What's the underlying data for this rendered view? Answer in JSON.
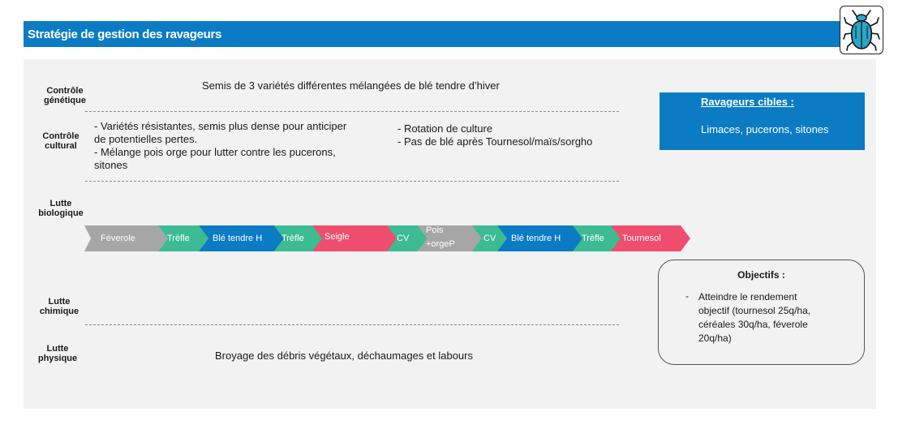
{
  "header": {
    "title": "Stratégie de gestion des ravageurs",
    "icon": "beetle-icon",
    "accent_color": "#0b7bc4"
  },
  "rows": {
    "genetic": {
      "label_1": "Contrôle",
      "label_2": "génétique",
      "text": "Semis de 3 variétés différentes mélangées de blé tendre d’hiver"
    },
    "cultural": {
      "label_1": "Contrôle",
      "label_2": "cultural",
      "left_lines": [
        "- Variétés résistantes, semis plus dense pour anticiper",
        "de potentielles pertes.",
        "- Mélange pois orge pour lutter contre les pucerons,",
        "sitones"
      ],
      "right_lines": [
        "- Rotation de culture",
        "- Pas de blé après Tournesol/maïs/sorgho"
      ]
    },
    "biological": {
      "label_1": "Lutte",
      "label_2": "biologique"
    },
    "chemical": {
      "label_1": "Lutte",
      "label_2": "chimique"
    },
    "physical": {
      "label_1": "Lutte",
      "label_2": "physique",
      "text": "Broyage des débris végétaux, déchaumages et labours"
    }
  },
  "rotation": [
    {
      "label": "Féverole",
      "color": "#a6a6a6"
    },
    {
      "label": "Trèfle",
      "color": "#3dbb92"
    },
    {
      "label": "Blé tendre H",
      "color": "#0b7bc4"
    },
    {
      "label": "Trèfle",
      "color": "#3dbb92"
    },
    {
      "label": "Seigle",
      "color": "#f04e6e"
    },
    {
      "label": "CV",
      "color": "#3dbb92"
    },
    {
      "label": "Pois +orgeP",
      "line_1": "Pois",
      "line_2": "+orgeP",
      "color": "#a6a6a6"
    },
    {
      "label": "CV",
      "color": "#3dbb92"
    },
    {
      "label": "Blé tendre H",
      "color": "#0b7bc4"
    },
    {
      "label": "Trèfle",
      "color": "#3dbb92"
    },
    {
      "label": "Tournesol",
      "color": "#f04e6e"
    }
  ],
  "targets": {
    "title": "Ravageurs cibles :",
    "text": "Limaces, pucerons, sitones"
  },
  "objectives": {
    "title": "Objectifs :",
    "bullet": "-",
    "lines": [
      "Atteindre le rendement",
      "objectif (tournesol 25q/ha,",
      "céréales 30q/ha, féverole",
      "20q/ha)"
    ]
  }
}
